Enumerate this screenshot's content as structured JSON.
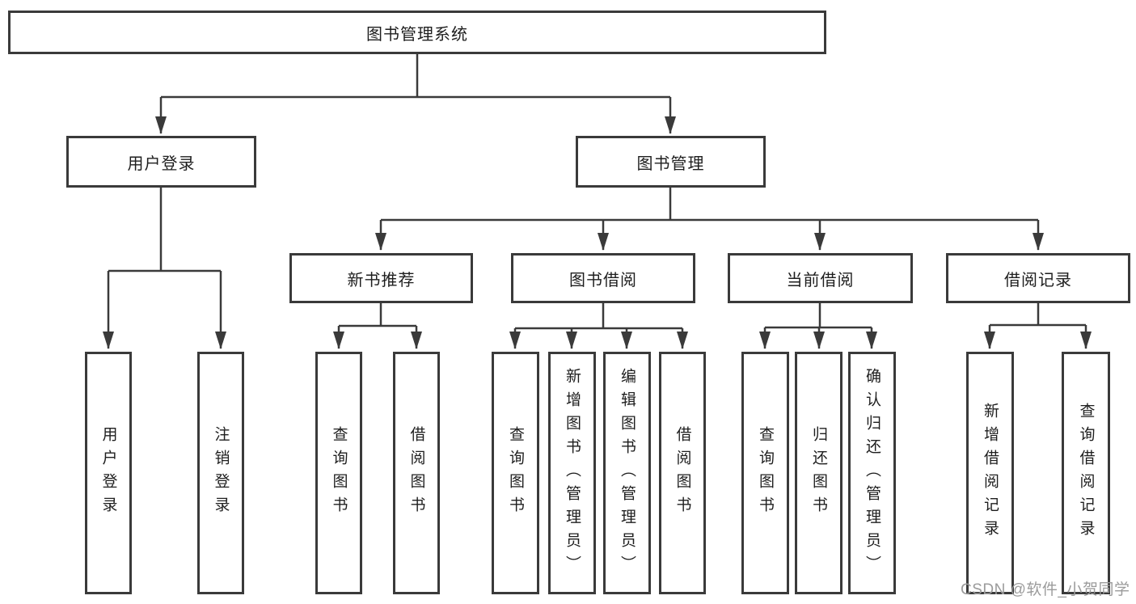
{
  "tree": {
    "label": "图书管理系统",
    "children": [
      {
        "label": "用户登录",
        "children": [
          {
            "label": "用户登录"
          },
          {
            "label": "注销登录"
          }
        ]
      },
      {
        "label": "图书管理",
        "children": [
          {
            "label": "新书推荐",
            "children": [
              {
                "label": "查询图书"
              },
              {
                "label": "借阅图书"
              }
            ]
          },
          {
            "label": "图书借阅",
            "children": [
              {
                "label": "查询图书"
              },
              {
                "label": "新增图书（管理员）"
              },
              {
                "label": "编辑图书（管理员）"
              },
              {
                "label": "借阅图书"
              }
            ]
          },
          {
            "label": "当前借阅",
            "children": [
              {
                "label": "查询图书"
              },
              {
                "label": "归还图书"
              },
              {
                "label": "确认归还（管理员）"
              }
            ]
          },
          {
            "label": "借阅记录",
            "children": [
              {
                "label": "新增借阅记录"
              },
              {
                "label": "查询借阅记录"
              }
            ]
          }
        ]
      }
    ]
  },
  "watermark": {
    "text": "CSDN @软件_小贺同学"
  },
  "colors": {
    "line": "#3a3a3a",
    "text": "#1e1e1e",
    "watermark": "#9b9b9b",
    "background": "#ffffff"
  }
}
